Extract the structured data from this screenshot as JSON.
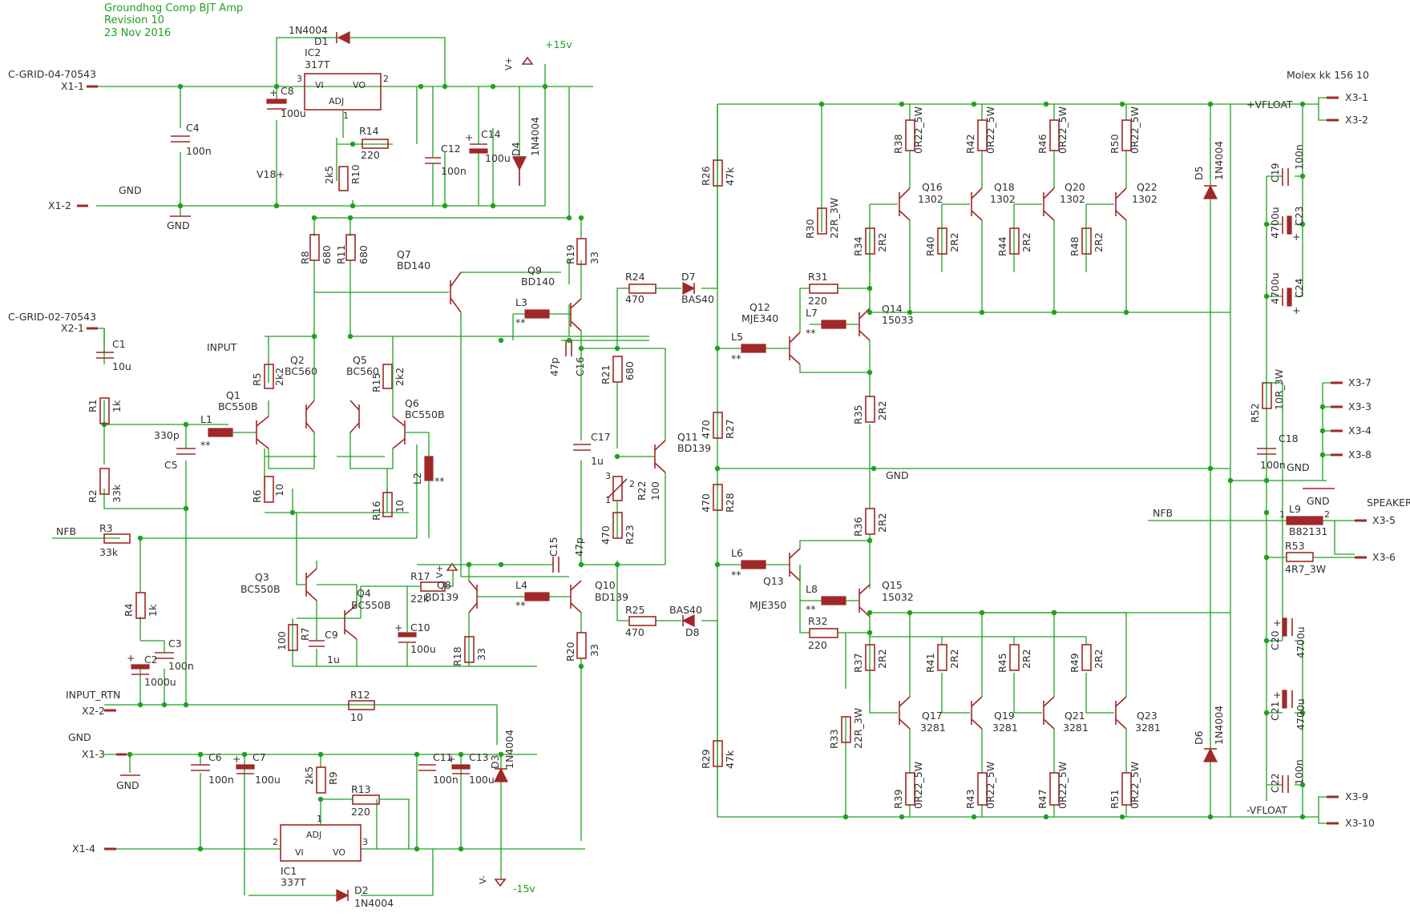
{
  "title_block": {
    "title": "Groundhog Comp BJT Amp",
    "revision": "Revision 10",
    "date": "23 Nov 2016"
  },
  "connectors": {
    "x1_part": "C-GRID-04-70543",
    "x2_part": "C-GRID-02-70543",
    "x3_part": "Molex kk 156 10",
    "x1_1": "X1-1",
    "x1_2": "X1-2",
    "x1_3": "X1-3",
    "x1_4": "X1-4",
    "x2_1": "X2-1",
    "x2_2": "X2-2",
    "x3_1": "X3-1",
    "x3_2": "X3-2",
    "x3_3": "X3-3",
    "x3_4": "X3-4",
    "x3_5": "X3-5",
    "x3_6": "X3-6",
    "x3_7": "X3-7",
    "x3_8": "X3-8",
    "x3_9": "X3-9",
    "x3_10": "X3-10"
  },
  "nets": {
    "plus15": "+15v",
    "minus15": "-15v",
    "vplus": "V+",
    "vminus": "V-",
    "v18": "V18+",
    "gnd": "GND",
    "input": "INPUT",
    "input_rtn": "INPUT_RTN",
    "nfb": "NFB",
    "vfloat_pos": "+VFLOAT",
    "vfloat_neg": "-VFLOAT",
    "speaker": "SPEAKER"
  },
  "pins": {
    "p1": "1",
    "p2": "2",
    "p3": "3",
    "vi": "VI",
    "vo": "VO",
    "adj": "ADJ",
    "pol": "+",
    "star": "**"
  },
  "components": {
    "D1": {
      "name": "D1",
      "value": "1N4004"
    },
    "IC2": {
      "name": "IC2",
      "value": "317T"
    },
    "C8": {
      "name": "C8",
      "value": "100u"
    },
    "C4": {
      "name": "C4",
      "value": "100n"
    },
    "R14": {
      "name": "R14",
      "value": "220"
    },
    "R10": {
      "name": "R10",
      "value": "2k5"
    },
    "C12": {
      "name": "C12",
      "value": "100n"
    },
    "C14": {
      "name": "C14",
      "value": "100u"
    },
    "D4": {
      "name": "D4",
      "value": "1N4004"
    },
    "R8": {
      "name": "R8",
      "value": "680"
    },
    "R11": {
      "name": "R11",
      "value": "680"
    },
    "Q7": {
      "name": "Q7",
      "value": "BD140"
    },
    "Q9": {
      "name": "Q9",
      "value": "BD140"
    },
    "R19": {
      "name": "R19",
      "value": "33"
    },
    "R24": {
      "name": "R24",
      "value": "470"
    },
    "D7": {
      "name": "D7",
      "value": "BAS40"
    },
    "L3": {
      "name": "L3"
    },
    "C16": {
      "name": "C16",
      "value": "47p"
    },
    "C1": {
      "name": "C1",
      "value": "10u"
    },
    "R1": {
      "name": "R1",
      "value": "1k"
    },
    "R2": {
      "name": "R2",
      "value": "33k"
    },
    "C5": {
      "name": "C5",
      "value": "330p"
    },
    "L1": {
      "name": "L1"
    },
    "Q1": {
      "name": "Q1",
      "value": "BC550B"
    },
    "Q2": {
      "name": "Q2",
      "value": "BC560"
    },
    "R5": {
      "name": "R5",
      "value": "2k2"
    },
    "R6": {
      "name": "R6",
      "value": "10"
    },
    "Q5": {
      "name": "Q5",
      "value": "BC560"
    },
    "R15": {
      "name": "R15",
      "value": "2k2"
    },
    "Q6": {
      "name": "Q6",
      "value": "BC550B"
    },
    "R16": {
      "name": "R16",
      "value": "10"
    },
    "L2": {
      "name": "L2"
    },
    "R21": {
      "name": "R21",
      "value": "680"
    },
    "C17": {
      "name": "C17",
      "value": "1u"
    },
    "Q11": {
      "name": "Q11",
      "value": "BD139"
    },
    "R22": {
      "name": "R22",
      "value": "100"
    },
    "R23": {
      "name": "R23",
      "value": "470"
    },
    "R3": {
      "name": "R3",
      "value": "33k"
    },
    "R4": {
      "name": "R4",
      "value": "1k"
    },
    "C3": {
      "name": "C3",
      "value": "100n"
    },
    "C2": {
      "name": "C2",
      "value": "1000u"
    },
    "Q3": {
      "name": "Q3",
      "value": "BC550B"
    },
    "Q4": {
      "name": "Q4",
      "value": "BC550B"
    },
    "R7": {
      "name": "R7",
      "value": "100"
    },
    "C9": {
      "name": "C9",
      "value": "1u"
    },
    "R17": {
      "name": "R17",
      "value": "22k"
    },
    "C10": {
      "name": "C10",
      "value": "100u"
    },
    "Q8": {
      "name": "Q8",
      "value": "BD139"
    },
    "R18": {
      "name": "R18",
      "value": "33"
    },
    "L4": {
      "name": "L4"
    },
    "C15": {
      "name": "C15",
      "value": "47p"
    },
    "Q10": {
      "name": "Q10",
      "value": "BD139"
    },
    "R20": {
      "name": "R20",
      "value": "33"
    },
    "R25": {
      "name": "R25",
      "value": "470"
    },
    "D8": {
      "name": "D8",
      "value": "BAS40"
    },
    "R12": {
      "name": "R12",
      "value": "10"
    },
    "C6": {
      "name": "C6",
      "value": "100n"
    },
    "C7": {
      "name": "C7",
      "value": "100u"
    },
    "R9": {
      "name": "R9",
      "value": "2k5"
    },
    "R13": {
      "name": "R13",
      "value": "220"
    },
    "C11": {
      "name": "C11",
      "value": "100n"
    },
    "C13": {
      "name": "C13",
      "value": "100u"
    },
    "D3": {
      "name": "D3",
      "value": "1N4004"
    },
    "IC1": {
      "name": "IC1",
      "value": "337T"
    },
    "D2": {
      "name": "D2",
      "value": "1N4004"
    },
    "R26": {
      "name": "R26",
      "value": "47k"
    },
    "R27": {
      "name": "R27",
      "value": "470"
    },
    "R28": {
      "name": "R28",
      "value": "470"
    },
    "R29": {
      "name": "R29",
      "value": "47k"
    },
    "Q12": {
      "name": "Q12",
      "value": "MJE340"
    },
    "L5": {
      "name": "L5"
    },
    "R31": {
      "name": "R31",
      "value": "220"
    },
    "L7": {
      "name": "L7"
    },
    "Q14": {
      "name": "Q14",
      "value": "15033"
    },
    "R30": {
      "name": "R30",
      "value": "22R_3W"
    },
    "R35": {
      "name": "R35",
      "value": "2R2"
    },
    "R36": {
      "name": "R36",
      "value": "2R2"
    },
    "L6": {
      "name": "L6"
    },
    "Q13": {
      "name": "Q13",
      "value": "MJE350"
    },
    "L8": {
      "name": "L8"
    },
    "Q15": {
      "name": "Q15",
      "value": "15032"
    },
    "R32": {
      "name": "R32",
      "value": "220"
    },
    "R33": {
      "name": "R33",
      "value": "22R_3W"
    },
    "R38": {
      "name": "R38",
      "value": "0R22_5W"
    },
    "R42": {
      "name": "R42",
      "value": "0R22_5W"
    },
    "R46": {
      "name": "R46",
      "value": "0R22_5W"
    },
    "R50": {
      "name": "R50",
      "value": "0R22_5W"
    },
    "Q16": {
      "name": "Q16",
      "value": "1302"
    },
    "Q18": {
      "name": "Q18",
      "value": "1302"
    },
    "Q20": {
      "name": "Q20",
      "value": "1302"
    },
    "Q22": {
      "name": "Q22",
      "value": "1302"
    },
    "R34": {
      "name": "R34",
      "value": "2R2"
    },
    "R40": {
      "name": "R40",
      "value": "2R2"
    },
    "R44": {
      "name": "R44",
      "value": "2R2"
    },
    "R48": {
      "name": "R48",
      "value": "2R2"
    },
    "R37": {
      "name": "R37",
      "value": "2R2"
    },
    "R41": {
      "name": "R41",
      "value": "2R2"
    },
    "R45": {
      "name": "R45",
      "value": "2R2"
    },
    "R49": {
      "name": "R49",
      "value": "2R2"
    },
    "Q17": {
      "name": "Q17",
      "value": "3281"
    },
    "Q19": {
      "name": "Q19",
      "value": "3281"
    },
    "Q21": {
      "name": "Q21",
      "value": "3281"
    },
    "Q23": {
      "name": "Q23",
      "value": "3281"
    },
    "R39": {
      "name": "R39",
      "value": "0R22_5W"
    },
    "R43": {
      "name": "R43",
      "value": "0R22_5W"
    },
    "R47": {
      "name": "R47",
      "value": "0R22_5W"
    },
    "R51": {
      "name": "R51",
      "value": "0R22_5W"
    },
    "D5": {
      "name": "D5",
      "value": "1N4004"
    },
    "D6": {
      "name": "D6",
      "value": "1N4004"
    },
    "C19": {
      "name": "C19",
      "value": "100n"
    },
    "C23": {
      "name": "C23",
      "value": "4700u"
    },
    "C24": {
      "name": "C24",
      "value": "4700u"
    },
    "R52": {
      "name": "R52",
      "value": "10R_3W"
    },
    "C18": {
      "name": "C18",
      "value": "100n"
    },
    "L9": {
      "name": "L9",
      "value": "B82131"
    },
    "R53": {
      "name": "R53",
      "value": "4R7_3W"
    },
    "C20": {
      "name": "C20",
      "value": "4700u"
    },
    "C21": {
      "name": "C21",
      "value": "4700u"
    },
    "C22": {
      "name": "C22",
      "value": "100n"
    }
  }
}
